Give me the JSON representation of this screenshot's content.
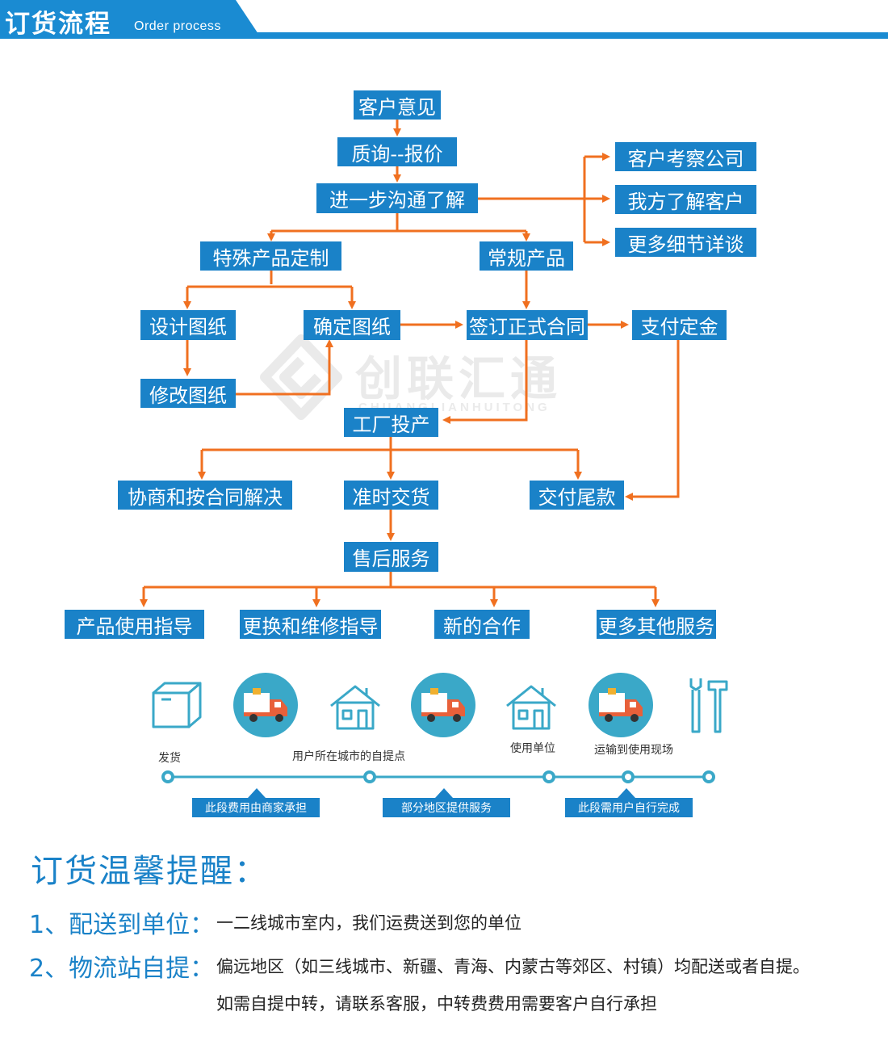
{
  "header": {
    "title": "订货流程",
    "subtitle": "Order process"
  },
  "watermark": {
    "name": "创联汇通",
    "pinyin": "CHUANGLIANHUITONG"
  },
  "flow": {
    "customer_opinion": "客户意见",
    "inquiry_quote": "质询--报价",
    "further_communication": "进一步沟通了解",
    "customer_visit": "客户考察公司",
    "we_understand_customer": "我方了解客户",
    "more_details": "更多细节详谈",
    "special_custom": "特殊产品定制",
    "regular_product": "常规产品",
    "design_drawing": "设计图纸",
    "confirm_drawing": "确定图纸",
    "sign_contract": "签订正式合同",
    "pay_deposit": "支付定金",
    "modify_drawing": "修改图纸",
    "factory_production": "工厂投产",
    "negotiate_contract": "协商和按合同解决",
    "on_time_delivery": "准时交货",
    "pay_balance": "交付尾款",
    "after_sales": "售后服务",
    "usage_guidance": "产品使用指导",
    "replace_repair": "更换和维修指导",
    "new_cooperation": "新的合作",
    "more_services": "更多其他服务"
  },
  "logistics": {
    "labels": {
      "ship": "发货",
      "pickup_point": "用户所在城市的自提点",
      "user_unit": "使用单位",
      "transport_site": "运输到使用现场"
    },
    "segments": {
      "merchant_pays": "此段费用由商家承担",
      "some_regions": "部分地区提供服务",
      "user_completes": "此段需用户自行完成"
    }
  },
  "tips": {
    "title": "订货温馨提醒：",
    "item1_head": "1、配送到单位：",
    "item1_text": "一二线城市室内，我们运费送到您的单位",
    "item2_head": "2、物流站自提：",
    "item2_text": "偏远地区（如三线城市、新疆、青海、内蒙古等郊区、村镇）均配送或者自提。",
    "item2_text2": "如需自提中转，请联系客服，中转费费用需要客户自行承担"
  },
  "colors": {
    "primary": "#1a82c8",
    "arrow": "#f07020",
    "teal": "#3aa8c8"
  }
}
